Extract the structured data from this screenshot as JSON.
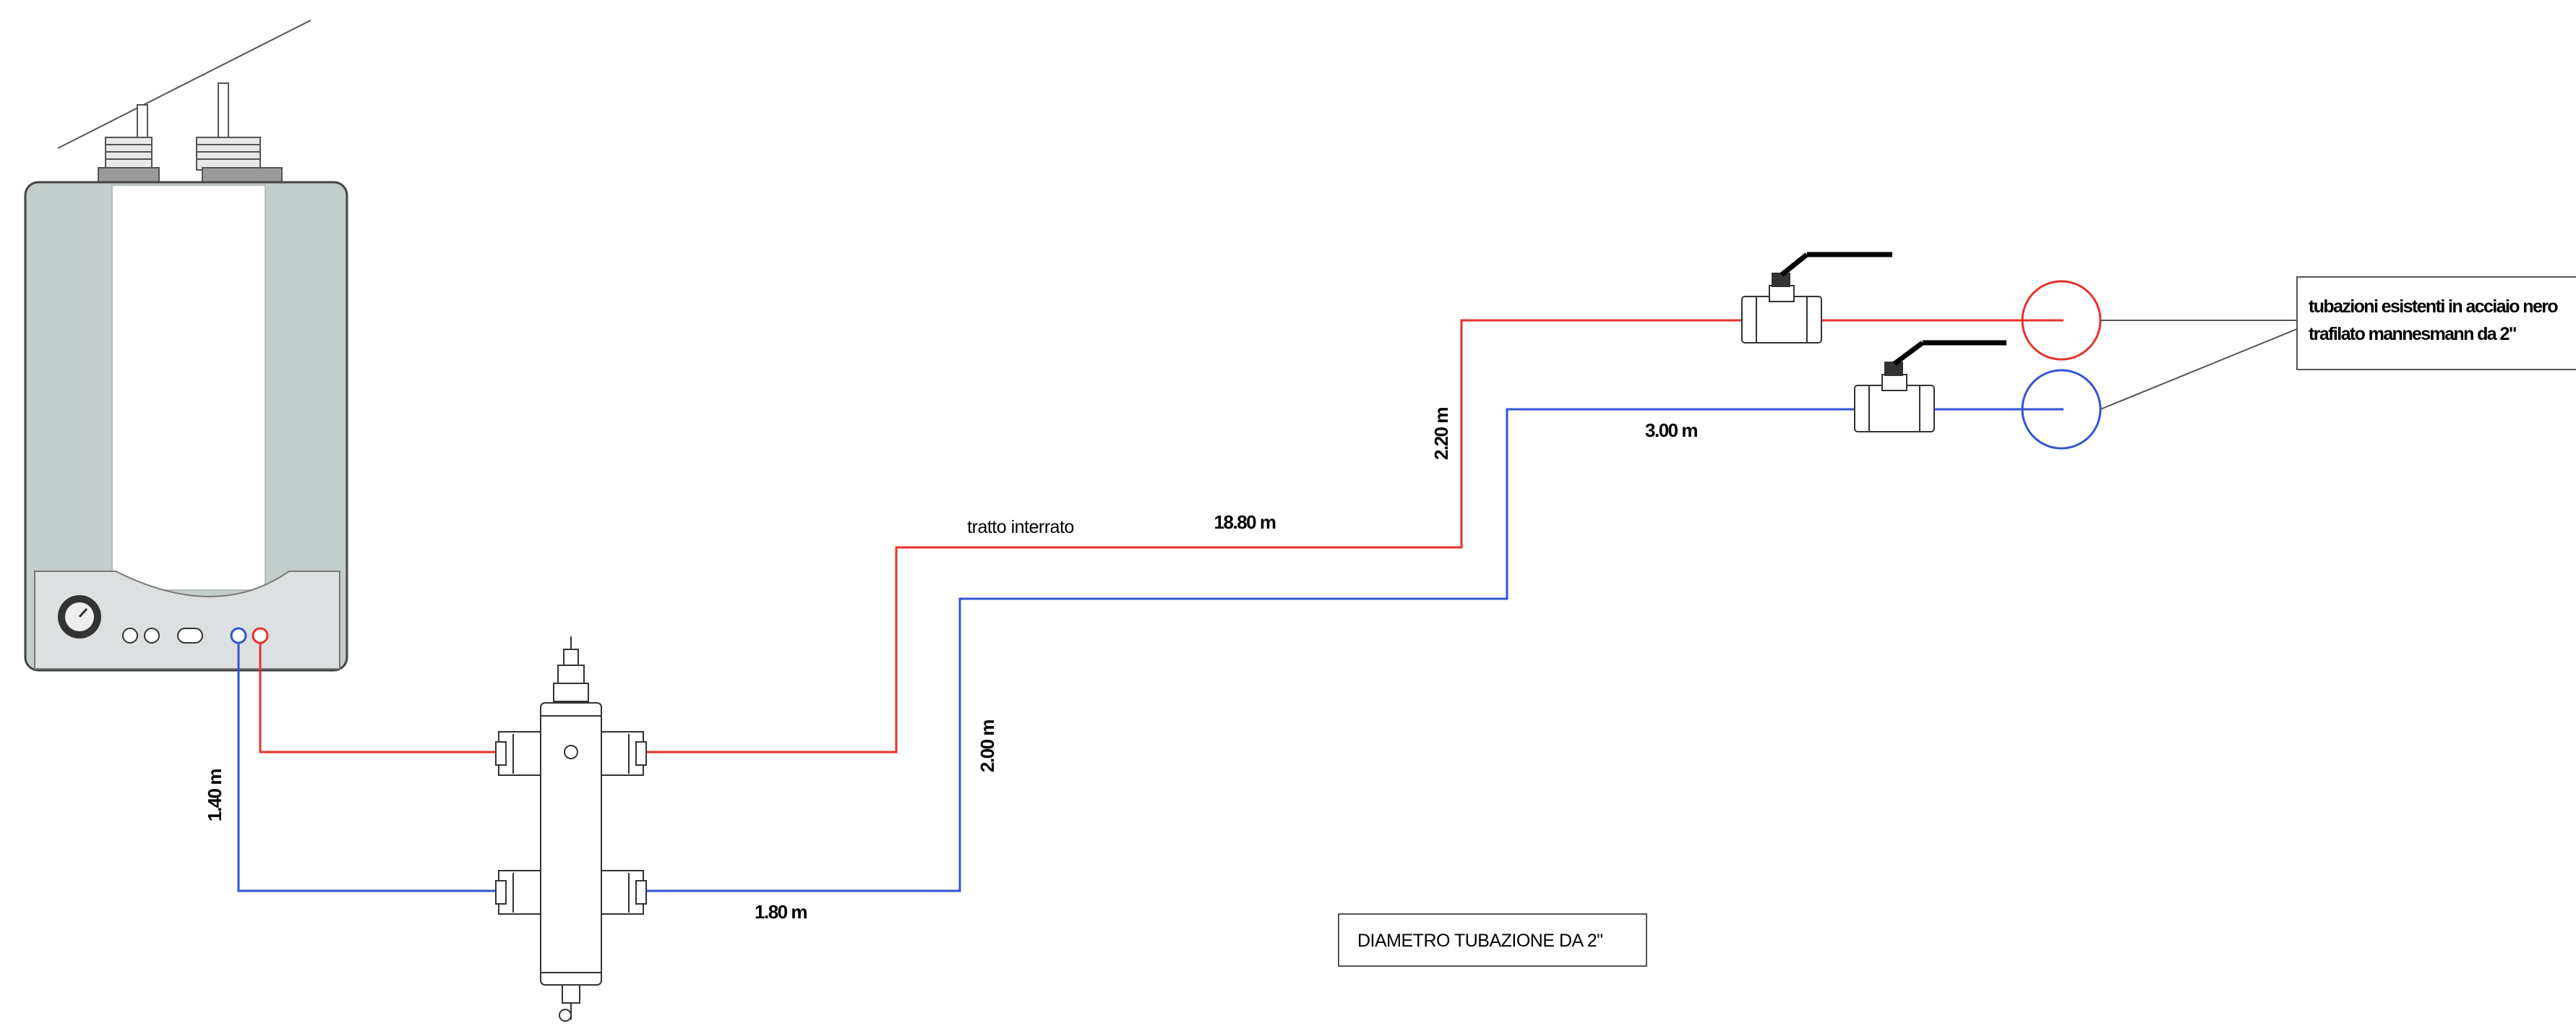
{
  "labels": {
    "boiler_drop_length": "1.40 m",
    "separator_to_return_length": "1.80 m",
    "return_riser_length": "2.00 m",
    "flow_riser_length": "2.20 m",
    "buried_section": "tratto interrato",
    "buried_length": "18.80 m",
    "return_top_length": "3.00 m",
    "pipe_note_line1": "tubazioni esistenti in acciaio nero",
    "pipe_note_line2": "trafilato mannesmann da 2\"",
    "pipe_diameter_note": "DIAMETRO TUBAZIONE DA 2\""
  },
  "colors": {
    "flow_pipe": "#e8312b",
    "return_pipe": "#2f55d4",
    "outline": "#333333",
    "boiler_side": "#c3cdcb",
    "boiler_front": "#ffffff"
  }
}
